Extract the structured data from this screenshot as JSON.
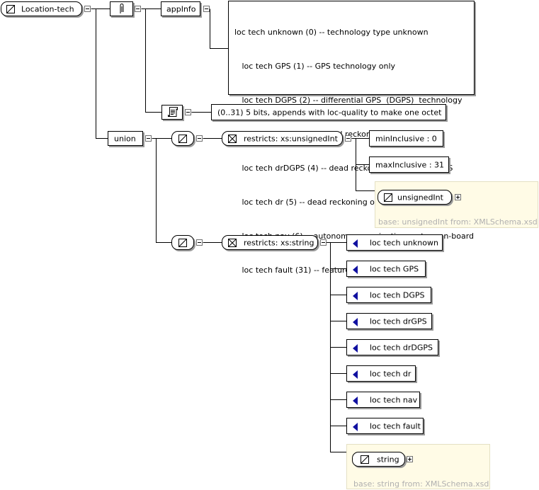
{
  "root": {
    "name": "Location-tech"
  },
  "annotation": {
    "appinfo_label": "appInfo",
    "appinfo_lines": [
      "loc tech unknown (0) -- technology type unknown",
      "   loc tech GPS (1) -- GPS technology only",
      "   loc tech DGPS (2) -- differential GPS  (DGPS)  technology",
      "   loc tech drGPS (3) -- dead reckoning system w/GPS",
      "   loc tech drDGPS (4) -- dead reckoning system w/DGPS",
      "   loc tech dr (5) -- dead reckoning only",
      "   loc tech nav (6) -- autonomous navigation system on-board",
      "   loc tech fault (31) -- feature is not working"
    ],
    "documentation_text": "(0..31)  5 bits,  appends with loc-quality to make one octet"
  },
  "union": {
    "label": "union",
    "member1": {
      "restricts_label": "restricts: xs:unsignedInt",
      "facets": [
        "minInclusive : 0",
        "maxInclusive : 31"
      ],
      "base_type": {
        "name": "unsignedInt",
        "base_text": "base: unsignedInt from: XMLSchema.xsd"
      }
    },
    "member2": {
      "restricts_label": "restricts: xs:string",
      "enumerations": [
        "loc tech unknown",
        "loc tech GPS",
        "loc tech DGPS",
        "loc tech drGPS",
        "loc tech drDGPS",
        "loc tech dr",
        "loc tech nav",
        "loc tech fault"
      ],
      "base_type": {
        "name": "string",
        "base_text": "base: string from: XMLSchema.xsd"
      }
    }
  },
  "colors": {
    "line": "#000000",
    "shadow": "#9a9a9a",
    "enum_marker": "#1010a0",
    "base_panel": "#fffbe6",
    "base_text": "#b0b0b0"
  },
  "icons": {
    "simple_type": "simple-type-icon",
    "annotation": "annotation-icon",
    "documentation": "documentation-icon",
    "restriction": "restriction-icon",
    "enumeration": "enumeration-icon",
    "toggle": "collapse-toggle-icon"
  }
}
